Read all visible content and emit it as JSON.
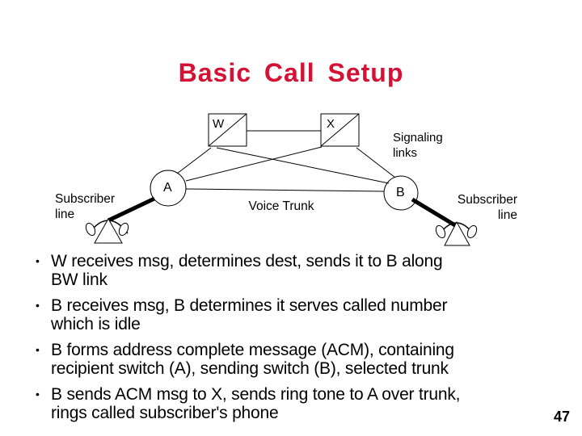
{
  "slide": {
    "title": "Basic Call Setup",
    "title_color": "#d41235",
    "page_number": "47",
    "background_color": "#ffffff",
    "line_color": "#000000"
  },
  "diagram": {
    "stp_w_label": "W",
    "stp_x_label": "X",
    "switch_a_label": "A",
    "switch_b_label": "B",
    "signaling_links_label": "Signaling links",
    "subscriber_line_left_label": "Subscriber line",
    "subscriber_line_right_label": "Subscriber line",
    "voice_trunk_label": "Voice Trunk"
  },
  "bullets": {
    "marker": "•",
    "items": [
      {
        "lines": [
          "W receives msg, determines dest, sends it to B along",
          "BW link"
        ]
      },
      {
        "lines": [
          "B receives msg, B determines it serves called number",
          "which is idle"
        ]
      },
      {
        "lines": [
          "B forms address complete message (ACM), containing",
          "recipient switch (A), sending switch (B), selected trunk"
        ]
      },
      {
        "lines": [
          "B sends ACM msg to X, sends ring tone to A over trunk,",
          "rings called subscriber's phone"
        ]
      }
    ]
  }
}
